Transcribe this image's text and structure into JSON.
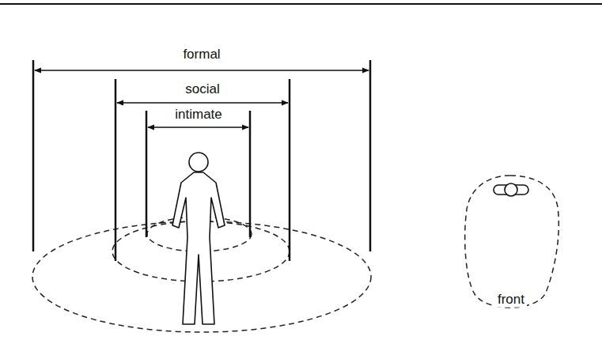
{
  "diagram": {
    "labels": [
      "formal",
      "social",
      "intimate",
      "front"
    ]
  }
}
